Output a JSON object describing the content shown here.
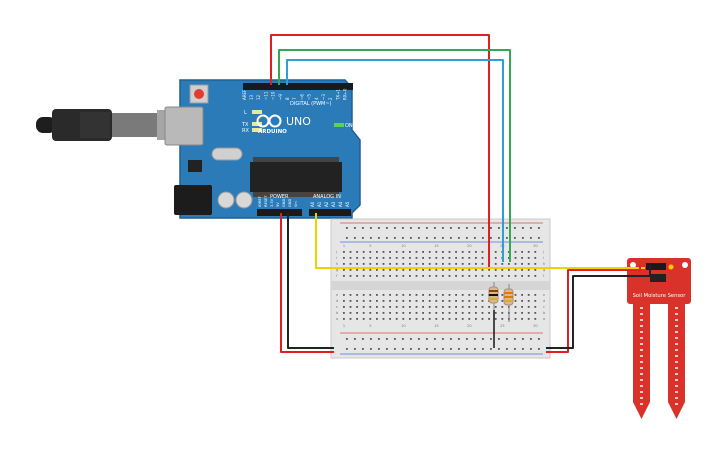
{
  "arduino": {
    "brand": "ARDUINO",
    "model": "UNO",
    "digital_header": "DIGITAL (PWM~)",
    "power_header": "POWER",
    "analog_header": "ANALOG IN",
    "led_labels": [
      "L",
      "TX",
      "RX"
    ],
    "on_label": "ON",
    "aref_label": "AREF",
    "digital_pins": [
      "13",
      "12",
      "~11",
      "~10",
      "~9",
      "8",
      "7",
      "~6",
      "~5",
      "4",
      "~3",
      "2",
      "TX→1",
      "RX←0"
    ],
    "power_pins": [
      "IOREF",
      "RESET",
      "3.3V",
      "5V",
      "GND",
      "GND",
      "Vin"
    ],
    "analog_pins": [
      "A0",
      "A1",
      "A2",
      "A3",
      "A4",
      "A5"
    ]
  },
  "breadboard": {
    "column_numbers": [
      "1",
      "5",
      "10",
      "15",
      "20",
      "25",
      "30"
    ],
    "row_letters_top": [
      "j",
      "i",
      "h",
      "g",
      "f"
    ],
    "row_letters_bottom": [
      "e",
      "d",
      "c",
      "b",
      "a"
    ]
  },
  "sensor": {
    "label": "Soil Moisture Sensor"
  },
  "colors": {
    "board_blue": "#2b7bb9",
    "wire_red": "#e02020",
    "wire_green": "#34a853",
    "wire_blue": "#2b9fd6",
    "wire_yellow": "#f5d000",
    "wire_black": "#222222",
    "sensor_red": "#d8322b"
  }
}
